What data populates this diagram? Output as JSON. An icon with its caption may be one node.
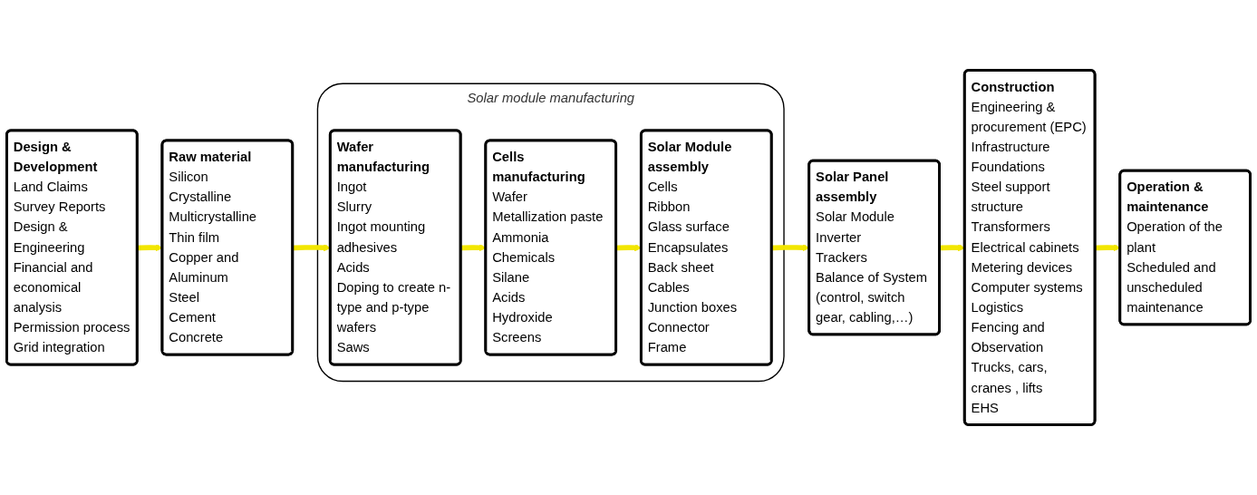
{
  "diagram": {
    "nodes": [
      {
        "text": [
          "Design & Development",
          "Land Claims",
          "Survey Reports",
          "Design & Engineering",
          "Financial and economical analysis",
          "Permission process",
          "Grid integration"
        ]
      },
      {
        "text": [
          "Raw material",
          "Silicon",
          "Crystalline",
          "Multicrystalline",
          "Thin film",
          "Copper and Aluminum",
          "Steel",
          "Cement",
          "Concrete"
        ]
      },
      {
        "text": [
          "Solar module manufacturing"
        ]
      },
      {
        "text": [
          "Wafer manufacturing",
          "Ingot",
          "Slurry",
          "Ingot mounting adhesives",
          "Acids",
          "Doping to create n-type and p-type wafers",
          "Saws"
        ],
        "in": 2
      },
      {
        "text": [
          "Cells manufacturing",
          "Wafer",
          "Metallization paste",
          "Ammonia",
          "Chemicals",
          "Silane",
          "Acids",
          "Hydroxide",
          "Screens"
        ],
        "in": 2
      },
      {
        "text": [
          "Solar Module assembly",
          "Cells",
          "Ribbon",
          "Glass surface",
          "Encapsulates",
          "Back sheet",
          "Cables",
          "Junction boxes",
          "Connector",
          "Frame"
        ],
        "in": 2
      },
      {
        "text": [
          "Solar Panel assembly",
          "Solar Module",
          "Inverter",
          "Trackers",
          "Balance of System (control, switch gear, cabling,…)"
        ]
      },
      {
        "text": [
          "Construction",
          "Engineering & procurement (EPC)",
          "Infrastructure",
          "Foundations",
          "Steel support structure",
          "Transformers",
          "Electrical cabinets",
          "Metering devices",
          "Computer systems",
          "Logistics",
          "Fencing and Observation",
          "Trucks, cars, cranes , lifts",
          "EHS"
        ]
      },
      {
        "text": [
          "Operation & maintenance",
          "Operation of the plant",
          "Scheduled and unscheduled maintenance"
        ]
      }
    ],
    "edges": [
      {
        "from": 0,
        "to": 1,
        "arrow": "to"
      },
      {
        "from": 1,
        "to": 3,
        "arrow": "to"
      },
      {
        "from": 3,
        "to": 4,
        "arrow": "to"
      },
      {
        "from": 4,
        "to": 5,
        "arrow": "to"
      },
      {
        "from": 5,
        "to": 6,
        "arrow": "to"
      },
      {
        "from": 6,
        "to": 7,
        "arrow": "to"
      },
      {
        "from": 7,
        "to": 8,
        "arrow": "to"
      }
    ]
  }
}
